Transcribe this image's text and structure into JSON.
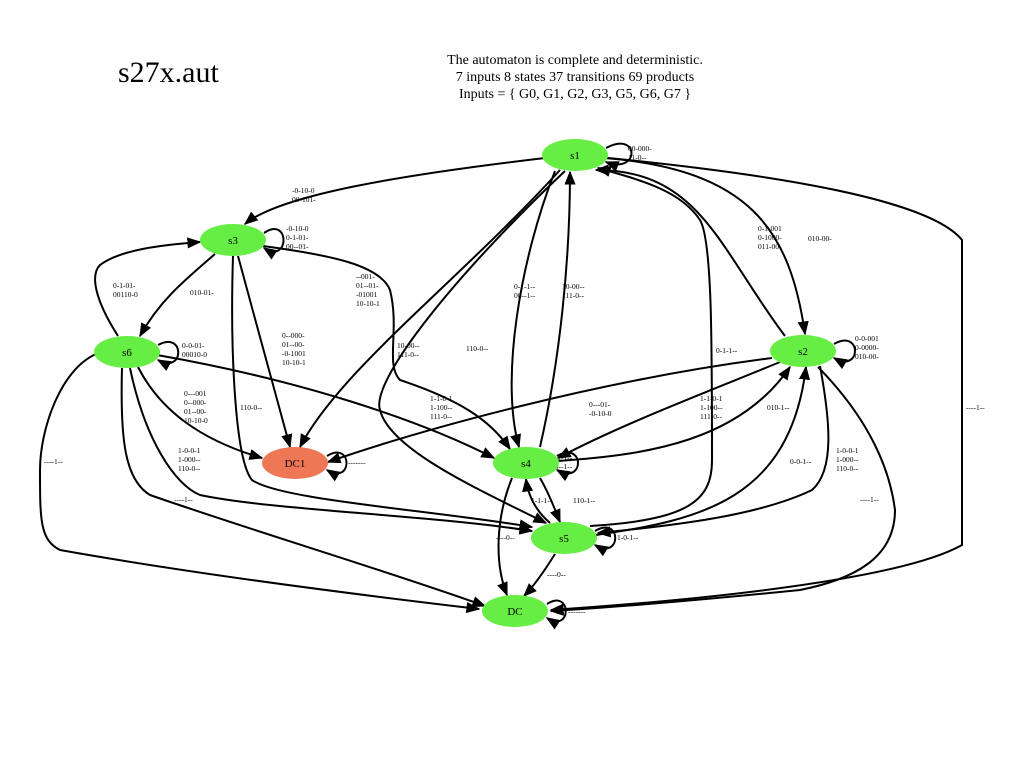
{
  "title": "s27x.aut",
  "summary": {
    "line1": "The automaton is complete and deterministic.",
    "line2": "7 inputs  8 states  37 transitions  69 products",
    "line3": "Inputs = { G0, G1, G2, G3, G5, G6, G7 }"
  },
  "colors": {
    "state": "#66ee44",
    "dc1": "#ee7755"
  },
  "nodes": [
    {
      "id": "s1",
      "label": "s1"
    },
    {
      "id": "s2",
      "label": "s2"
    },
    {
      "id": "s3",
      "label": "s3"
    },
    {
      "id": "s4",
      "label": "s4"
    },
    {
      "id": "s5",
      "label": "s5"
    },
    {
      "id": "s6",
      "label": "s6"
    },
    {
      "id": "DC1",
      "label": "DC1"
    },
    {
      "id": "DC",
      "label": "DC"
    }
  ],
  "edge_labels": [
    {
      "id": "s1-self",
      "lines": [
        "00-000-",
        "11-0--"
      ]
    },
    {
      "id": "s1-s3",
      "lines": [
        "-0-10-0",
        "00-101-"
      ]
    },
    {
      "id": "s3-self",
      "lines": [
        "-0-10-0",
        "0-1-01-",
        "00--01-"
      ]
    },
    {
      "id": "s3-s6",
      "lines": [
        "010-01-"
      ]
    },
    {
      "id": "s6-s3",
      "lines": [
        "0-1-01-",
        "00110-0"
      ]
    },
    {
      "id": "s6-self",
      "lines": [
        "0-0-01-",
        "00010-0"
      ]
    },
    {
      "id": "s3-s4",
      "lines": [
        "--001-",
        "01--01-",
        "-01001",
        "10-10-1"
      ]
    },
    {
      "id": "s3-DC1",
      "lines": [
        "0--000-",
        "01--00-",
        "-0-1001",
        "10-10-1"
      ]
    },
    {
      "id": "s3-s5",
      "lines": [
        "110-0--"
      ]
    },
    {
      "id": "s6-DC1",
      "lines": [
        "0---001",
        "0--000-",
        "01--00-",
        "10-10-0"
      ]
    },
    {
      "id": "s6-s5",
      "lines": [
        "1-0-0-1",
        "1-000--",
        "110-0--"
      ]
    },
    {
      "id": "s6-DC-left",
      "lines": [
        "----1--"
      ]
    },
    {
      "id": "s6-DC",
      "lines": [
        "----1--"
      ]
    },
    {
      "id": "s4-s1a",
      "lines": [
        "0-1-1--",
        "00--1--"
      ]
    },
    {
      "id": "s4-s1b",
      "lines": [
        "10-00--",
        "111-0--"
      ]
    },
    {
      "id": "s1-s4",
      "lines": [
        "10-00--",
        "111-0--"
      ]
    },
    {
      "id": "s1-s5",
      "lines": [
        "110-0--"
      ]
    },
    {
      "id": "s6-s4",
      "lines": [
        "1-1-0-1",
        "1-100--",
        "111-0--"
      ]
    },
    {
      "id": "s2-DC1",
      "lines": [
        "0---01-",
        "-0-10-0"
      ]
    },
    {
      "id": "s2-s1",
      "lines": [
        "0-1-001",
        "0-1000-",
        "011-00-"
      ]
    },
    {
      "id": "s1-s2",
      "lines": [
        "010-00-"
      ]
    },
    {
      "id": "s5-s1",
      "lines": [
        "0-1-1--"
      ]
    },
    {
      "id": "s2-s4",
      "lines": [
        "1-1-0-1",
        "1-100--",
        "111-0--"
      ]
    },
    {
      "id": "s2-self",
      "lines": [
        "0-0-001",
        "0-0000-",
        "010-00-"
      ]
    },
    {
      "id": "s4-s2",
      "lines": [
        "010-1--"
      ]
    },
    {
      "id": "s4-self",
      "lines": [
        "1-1-1--",
        "10--1--"
      ]
    },
    {
      "id": "s5-s2",
      "lines": [
        "0-0-1--"
      ]
    },
    {
      "id": "s2-s5",
      "lines": [
        "1-0-0-1",
        "1-000--",
        "110-0--"
      ]
    },
    {
      "id": "s1-DC",
      "lines": [
        "----1--"
      ]
    },
    {
      "id": "s2-DC",
      "lines": [
        "----1--"
      ]
    },
    {
      "id": "s5-s4",
      "lines": [
        "1-1-1--"
      ]
    },
    {
      "id": "s4-s5",
      "lines": [
        "110-1--"
      ]
    },
    {
      "id": "s5-self",
      "lines": [
        "1-0-1--"
      ]
    },
    {
      "id": "s4-DC",
      "lines": [
        "----0--"
      ]
    },
    {
      "id": "s5-DC",
      "lines": [
        "----0--"
      ]
    },
    {
      "id": "DC1-self",
      "lines": [
        "-------"
      ]
    },
    {
      "id": "DC-self",
      "lines": [
        "-------"
      ]
    }
  ]
}
